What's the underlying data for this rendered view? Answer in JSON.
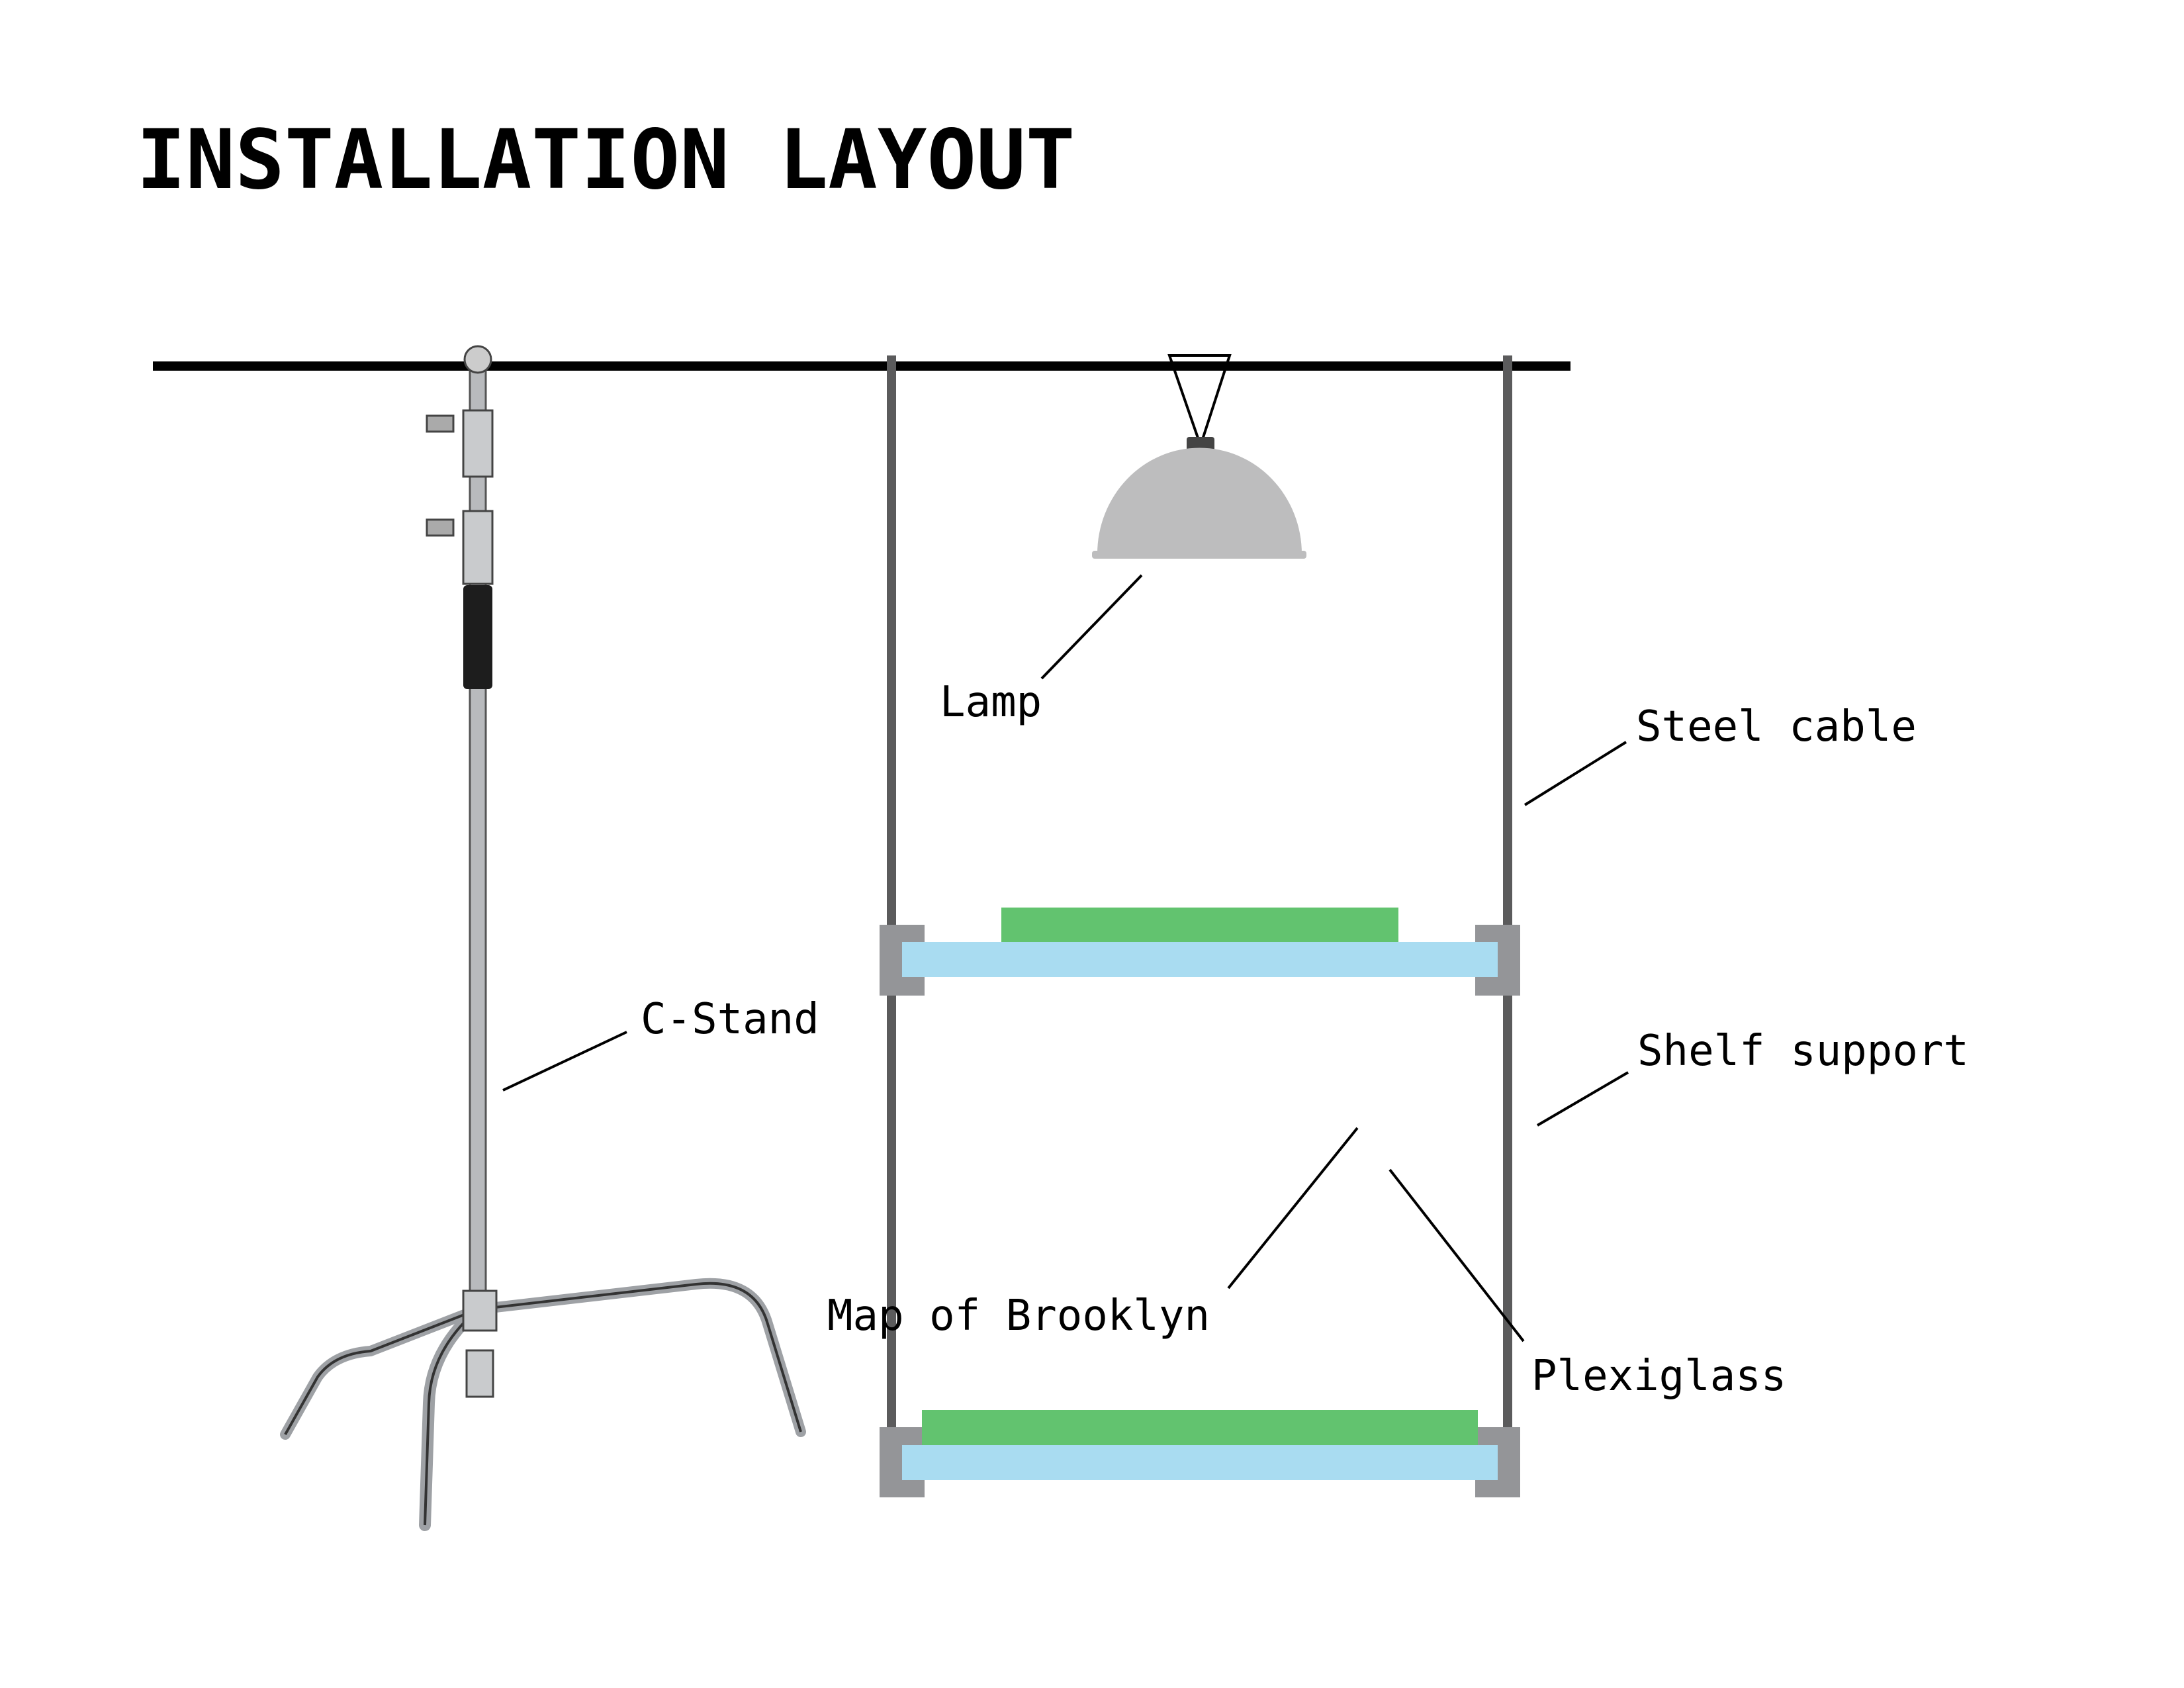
{
  "title": "INSTALLATION LAYOUT",
  "labels": {
    "lamp": "Lamp",
    "steel_cable": "Steel cable",
    "c_stand": "C-Stand",
    "shelf_support": "Shelf support",
    "map": "Map of Brooklyn",
    "plexiglass": "Plexiglass"
  },
  "colors": {
    "cable": "#5b5b5c",
    "bracket": "#949598",
    "plexiglass": "#a9dcf1",
    "map": "#62c36f",
    "lamp": "#bdbdbe"
  }
}
